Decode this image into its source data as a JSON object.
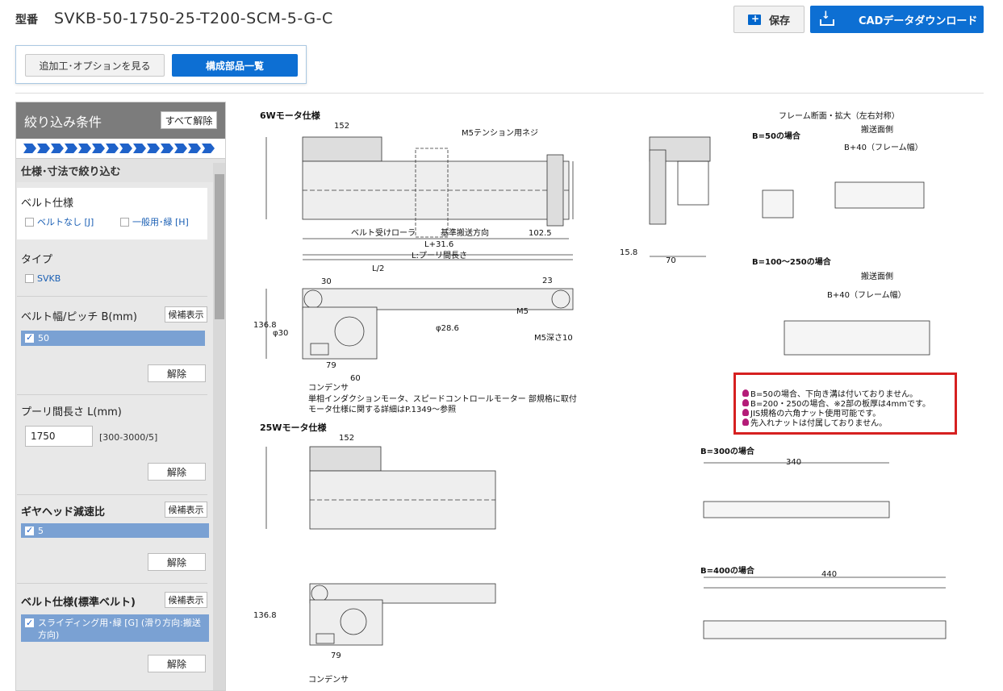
{
  "header": {
    "model_label": "型番",
    "model_number": "SVKB-50-1750-25-T200-SCM-5-G-C",
    "save_label": "保存",
    "cad_label": "CADデータダウンロード"
  },
  "tabs": {
    "options_label": "追加工･オプションを見る",
    "parts_label": "構成部品一覧"
  },
  "sidebar": {
    "title": "絞り込み条件",
    "clear_all": "すべて解除",
    "subheader": "仕様･寸法で絞り込む",
    "belt_spec": {
      "title": "ベルト仕様",
      "options": [
        "ベルトなし [J]",
        "一般用･緑 [H]"
      ]
    },
    "type": {
      "title": "タイプ",
      "options": [
        "SVKB"
      ]
    },
    "belt_width": {
      "title": "ベルト幅/ピッチ B(mm)",
      "candidates": "候補表示",
      "selected": "50",
      "clear": "解除"
    },
    "pulley": {
      "title": "プーリ間長さ L(mm)",
      "value": "1750",
      "range": "[300-3000/5]",
      "clear": "解除"
    },
    "gear": {
      "title": "ギヤヘッド減速比",
      "candidates": "候補表示",
      "selected": "5",
      "clear": "解除"
    },
    "belt_std": {
      "title": "ベルト仕様(標準ベルト)",
      "candidates": "候補表示",
      "selected": "スライディング用･緑 [G] (滑り方向:搬送方向)",
      "clear": "解除"
    }
  },
  "drawing": {
    "title_6w": "6Wモータ仕様",
    "title_25w": "25Wモータ仕様",
    "frame_title": "フレーム断面・拡大（左右対称）",
    "case_50": "B=50の場合",
    "case_100": "B=100～250の場合",
    "case_300": "B=300の場合",
    "case_400": "B=400の場合",
    "conveying_face": "搬送面側",
    "frame_width": "B+40（フレーム幅）",
    "tension_screw": "M5テンション用ネジ",
    "belt_roller": "ベルト受けローラ",
    "conveying_dir": "基準搬送方向",
    "pulley_length": "L:プーリ間長さ",
    "condenser": "コンデンサ",
    "motor_note1": "単相インダクションモータ、スピードコントロールモーター 部規格に取付",
    "motor_note2": "モータ仕様に関する詳細はP.1349～参照",
    "notes": [
      "B=50の場合、下向き溝は付いておりません。",
      "B=200・250の場合、※2部の板厚は4mmです。",
      "JIS規格の六角ナット使用可能です。",
      "先入れナットは付属しておりません。"
    ]
  }
}
